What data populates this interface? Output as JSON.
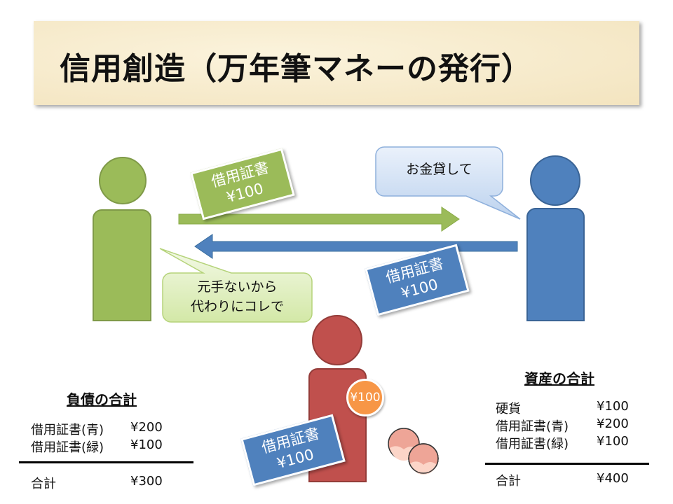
{
  "title": "信用創造（万年筆マネーの発行）",
  "notes": {
    "green": {
      "line1": "借用証書",
      "line2": "¥100"
    },
    "blue_middle": {
      "line1": "借用証書",
      "line2": "¥100"
    },
    "blue_bottom": {
      "line1": "借用証書",
      "line2": "¥100"
    }
  },
  "bubbles": {
    "blue_person": "お金貸して",
    "green_person_line1": "元手ないから",
    "green_person_line2": "代わりにコレで"
  },
  "coin": "¥100",
  "liabilities": {
    "heading": "負債の合計",
    "rows": [
      {
        "label": "借用証書(青)",
        "value": "¥200"
      },
      {
        "label": "借用証書(緑)",
        "value": "¥100"
      }
    ],
    "total": {
      "label": "合計",
      "value": "¥300"
    }
  },
  "assets": {
    "heading": "資産の合計",
    "rows": [
      {
        "label": "硬貨",
        "value": "¥100"
      },
      {
        "label": "借用証書(青)",
        "value": "¥200"
      },
      {
        "label": "借用証書(緑)",
        "value": "¥100"
      }
    ],
    "total": {
      "label": "合計",
      "value": "¥400"
    }
  },
  "colors": {
    "green": "#9bbb59",
    "blue": "#4f81bd",
    "red": "#c0504d",
    "orange": "#f79646"
  }
}
